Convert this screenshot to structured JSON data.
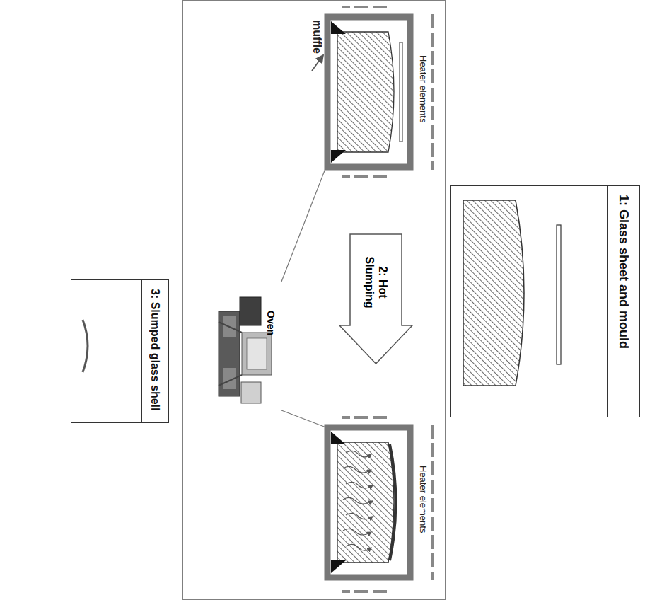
{
  "diagram": {
    "nodes": [
      {
        "text": [
          "1: Glass sheet and mould"
        ]
      },
      {
        "text": [
          "2: Hot Slumping"
        ]
      },
      {
        "text": [
          "Oven"
        ]
      },
      {
        "text": [
          "3: Slumped glass shell"
        ]
      }
    ],
    "labels": [
      "Heater elements",
      "Heater elements",
      "muffle"
    ]
  }
}
